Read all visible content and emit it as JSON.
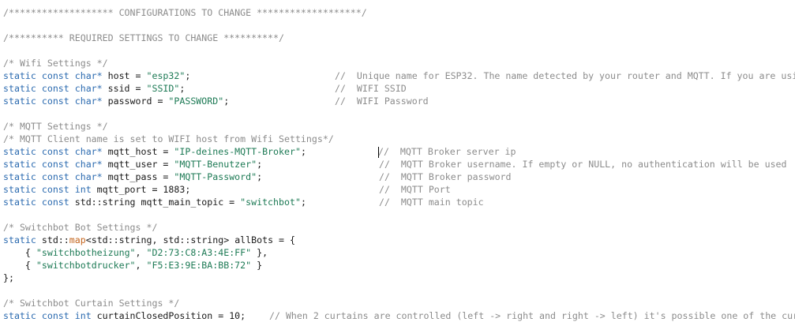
{
  "lines": {
    "l01": "/******************* CONFIGURATIONS TO CHANGE *******************/",
    "l02": "/********** REQUIRED SETTINGS TO CHANGE **********/",
    "l03": "/* Wifi Settings */",
    "l04": {
      "kw": "static const char*",
      "code": " host = ",
      "str": "\"esp32\"",
      "tail": ";",
      "comment": "//  Unique name for ESP32. The name detected by your router and MQTT. If you are usi"
    },
    "l05": {
      "kw": "static const char*",
      "code": " ssid = ",
      "str": "\"SSID\"",
      "tail": ";",
      "comment": "//  WIFI SSID"
    },
    "l06": {
      "kw": "static const char*",
      "code": " password = ",
      "str": "\"PASSWORD\"",
      "tail": ";",
      "comment": "//  WIFI Password"
    },
    "l07": "/* MQTT Settings */",
    "l08": "/* MQTT Client name is set to WIFI host from Wifi Settings*/",
    "l09": {
      "kw": "static const char*",
      "code": " mqtt_host = ",
      "str": "\"IP-deines-MQTT-Broker\"",
      "tail": ";",
      "comment": "//  MQTT Broker server ip"
    },
    "l10": {
      "kw": "static const char*",
      "code": " mqtt_user = ",
      "str": "\"MQTT-Benutzer\"",
      "tail": ";",
      "comment": "//  MQTT Broker username. If empty or NULL, no authentication will be used"
    },
    "l11": {
      "kw": "static const char*",
      "code": " mqtt_pass = ",
      "str": "\"MQTT-Password\"",
      "tail": ";",
      "comment": "//  MQTT Broker password"
    },
    "l12": {
      "kw": "static const int",
      "code": " mqtt_port = 1883;",
      "comment": "//  MQTT Port"
    },
    "l13": {
      "kw": "static const",
      "code": " std::string mqtt_main_topic = ",
      "str": "\"switchbot\"",
      "tail": ";",
      "comment": "//  MQTT main topic"
    },
    "l14": "/* Switchbot Bot Settings */",
    "l15": {
      "kw": "static",
      "pre": " std::",
      "tmpl": "map",
      "post": "<std::string, std::string> allBots = {"
    },
    "l16": {
      "indent": "    { ",
      "s1": "\"switchbotheizung\"",
      "mid": ", ",
      "s2": "\"D2:73:C8:A3:4E:FF\"",
      "end": " },"
    },
    "l17": {
      "indent": "    { ",
      "s1": "\"switchbotdrucker\"",
      "mid": ", ",
      "s2": "\"F5:E3:9E:BA:BB:72\"",
      "end": " }"
    },
    "l18": "};",
    "l19": "/* Switchbot Curtain Settings */",
    "l20": {
      "kw": "static const int",
      "code": " curtainClosedPosition = 10;",
      "comment": "// When 2 curtains are controlled (left -> right and right -> left) it's possible one of the cur"
    }
  }
}
